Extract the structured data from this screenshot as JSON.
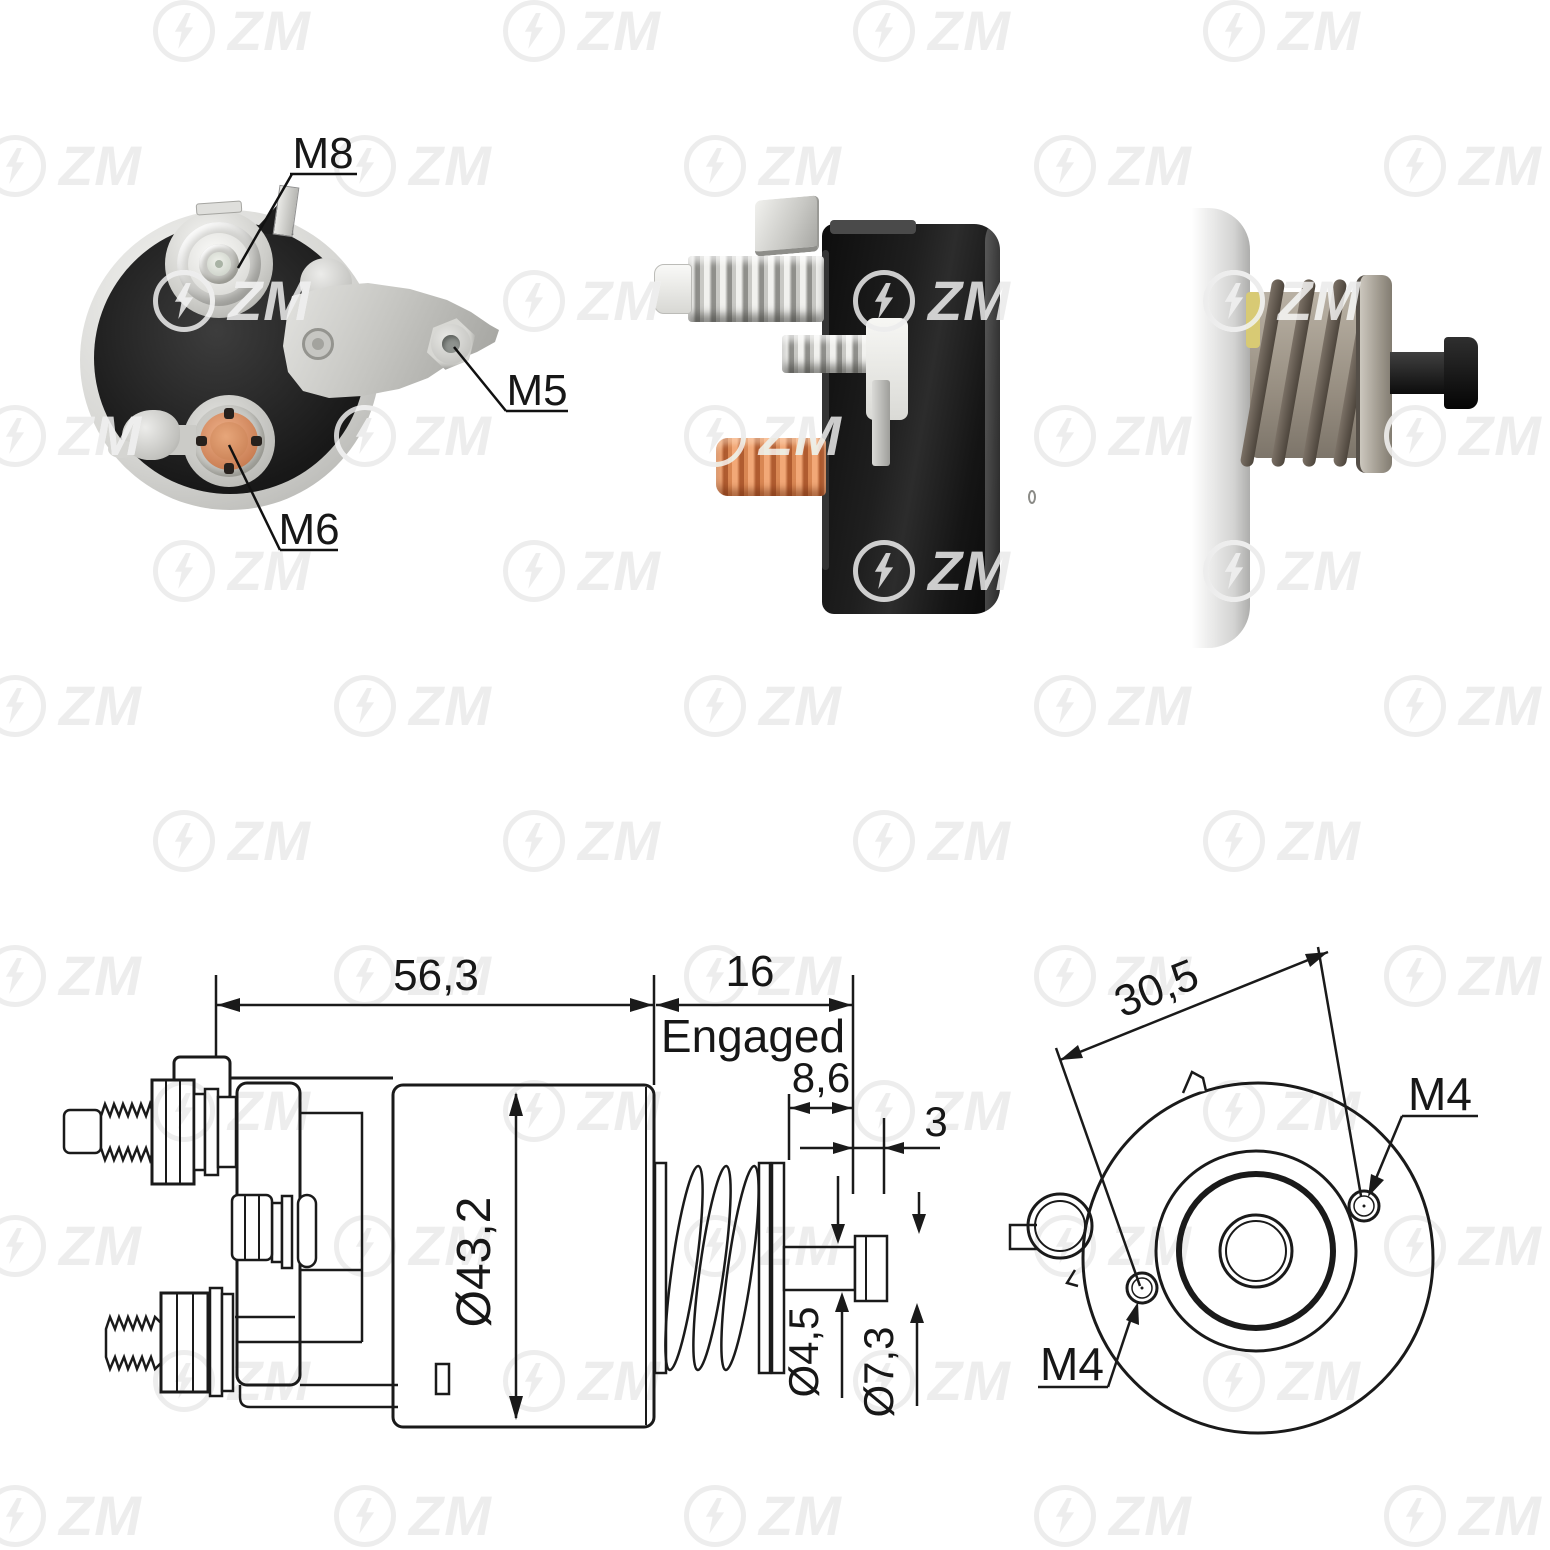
{
  "watermark": {
    "text": "ZM"
  },
  "rear_photo": {
    "label_m8": "M8",
    "label_m5": "M5",
    "label_m6": "M6"
  },
  "side_drawing": {
    "dim_body_length": "56,3",
    "dim_engaged_travel": "16",
    "engaged_label": "Engaged",
    "dim_pin_exposed": "8,6",
    "dim_tip_length": "3",
    "dim_body_diameter": "Ø43,2",
    "dim_pin_diameter": "Ø4,5",
    "dim_tip_diameter": "Ø7,3"
  },
  "front_drawing": {
    "dim_hole_spacing": "30,5",
    "label_m4_upper": "M4",
    "label_m4_lower": "M4"
  }
}
